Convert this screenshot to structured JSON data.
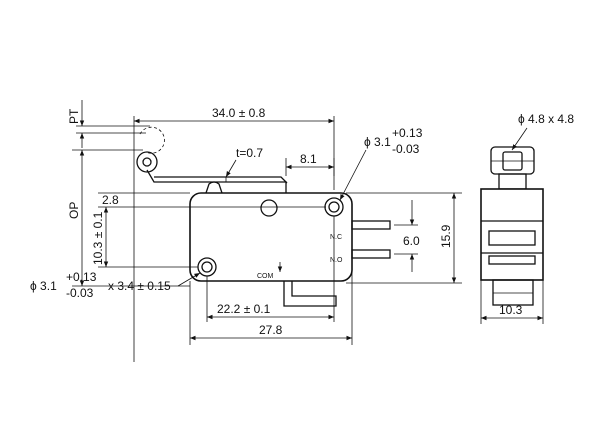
{
  "labels": {
    "pt": "PT",
    "op": "OP",
    "length_top": "34.0 ± 0.8",
    "lever_thickness": "t=0.7",
    "offset_8_1": "8.1",
    "offset_2_8": "2.8",
    "hole_diameter": "ϕ 3.1",
    "hole_tol_plus": "+0.13",
    "hole_tol_minus": "-0.03",
    "height_10_3": "10.3 ± 0.1",
    "pitch_6_0": "6.0",
    "height_15_9": "15.9",
    "terminal_nc": "N.C",
    "terminal_no": "N.O",
    "terminal_com": "COM",
    "slot_diameter": "ϕ 3.1",
    "slot_tol_plus": "+0.13",
    "slot_tol_minus": "-0.03",
    "slot_length": "x 3.4 ± 0.15",
    "hole_spacing": "22.2 ± 0.1",
    "body_length": "27.8",
    "roller_size": "ϕ 4.8 x 4.8",
    "side_width": "10.3"
  }
}
